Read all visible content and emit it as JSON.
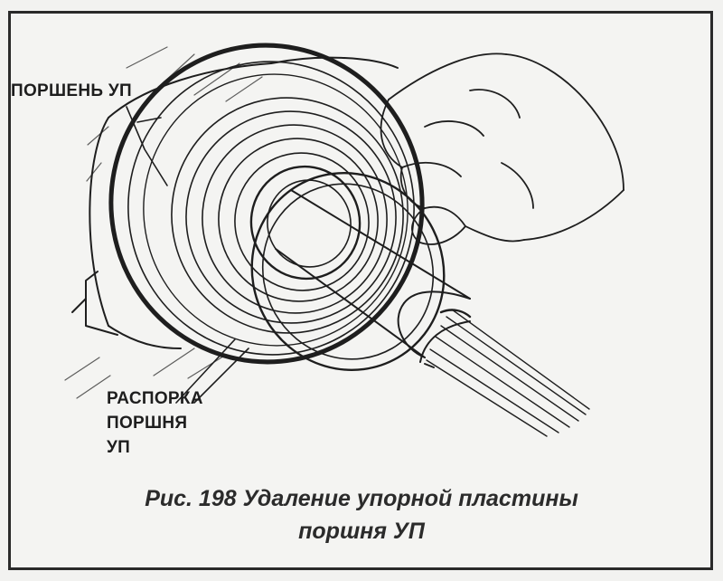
{
  "figure": {
    "label_piston": "ПОРШЕНЬ УП",
    "label_spacer_line1": "РАСПОРКА",
    "label_spacer_line2": "ПОРШНЯ",
    "label_spacer_line3": "УП",
    "caption_line1": "Рис. 198 Удаление упорной пластины",
    "caption_line2": "поршня УП"
  },
  "colors": {
    "ink": "#1e1e1e",
    "paper": "#f4f4f2",
    "border": "#2a2a2a"
  }
}
